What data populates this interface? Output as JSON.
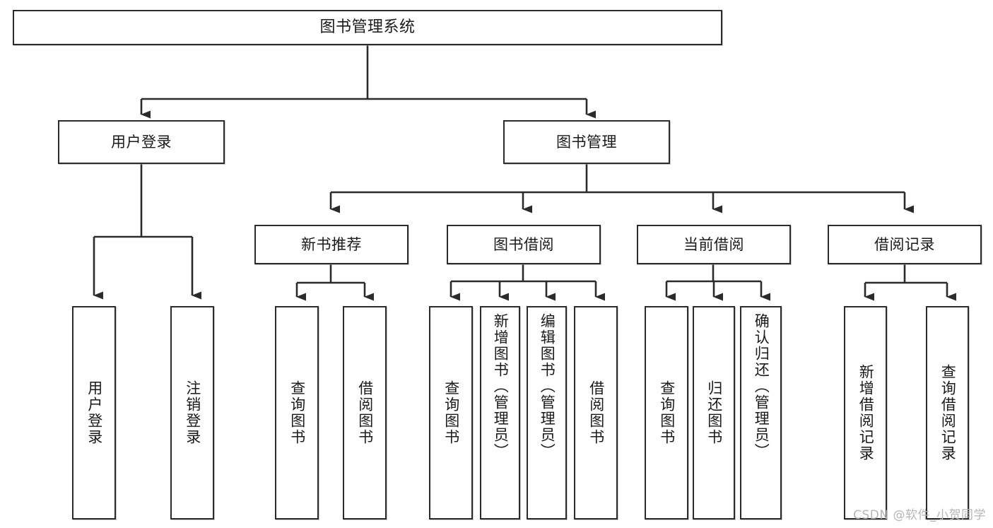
{
  "diagram": {
    "title": "图书管理系统",
    "type": "tree",
    "watermark": "CSDN @软件_小贺同学",
    "stroke_color": "#2b2b2b",
    "fill_color": "#ffffff",
    "text_color": "#1a1a1a",
    "watermark_color": "#b6b6b6"
  },
  "nodes": {
    "root": {
      "label": "图书管理系统"
    },
    "level1": [
      {
        "id": "user-login",
        "label": "用户登录"
      },
      {
        "id": "book-management",
        "label": "图书管理"
      }
    ],
    "level2": [
      {
        "id": "new-book-recommend",
        "label": "新书推荐"
      },
      {
        "id": "book-borrow",
        "label": "图书借阅"
      },
      {
        "id": "current-borrow",
        "label": "当前借阅"
      },
      {
        "id": "borrow-record",
        "label": "借阅记录"
      }
    ],
    "leaves": {
      "user_login": [
        {
          "id": "leaf-user-login",
          "label": "用户登录"
        },
        {
          "id": "leaf-logout-login",
          "label": "注销登录"
        }
      ],
      "new_book_recommend": [
        {
          "id": "leaf-query-book-1",
          "label": "查询图书"
        },
        {
          "id": "leaf-borrow-book-1",
          "label": "借阅图书"
        }
      ],
      "book_borrow": [
        {
          "id": "leaf-query-book-2",
          "label": "查询图书"
        },
        {
          "id": "leaf-add-book",
          "label": "新增图书（管理员）"
        },
        {
          "id": "leaf-edit-book",
          "label": "编辑图书（管理员）"
        },
        {
          "id": "leaf-borrow-book-2",
          "label": "借阅图书"
        }
      ],
      "current_borrow": [
        {
          "id": "leaf-query-book-3",
          "label": "查询图书"
        },
        {
          "id": "leaf-return-book",
          "label": "归还图书"
        },
        {
          "id": "leaf-confirm-return",
          "label": "确认归还（管理员）"
        }
      ],
      "borrow_record": [
        {
          "id": "leaf-add-record",
          "label": "新增借阅记录"
        },
        {
          "id": "leaf-query-record",
          "label": "查询借阅记录"
        }
      ]
    }
  }
}
